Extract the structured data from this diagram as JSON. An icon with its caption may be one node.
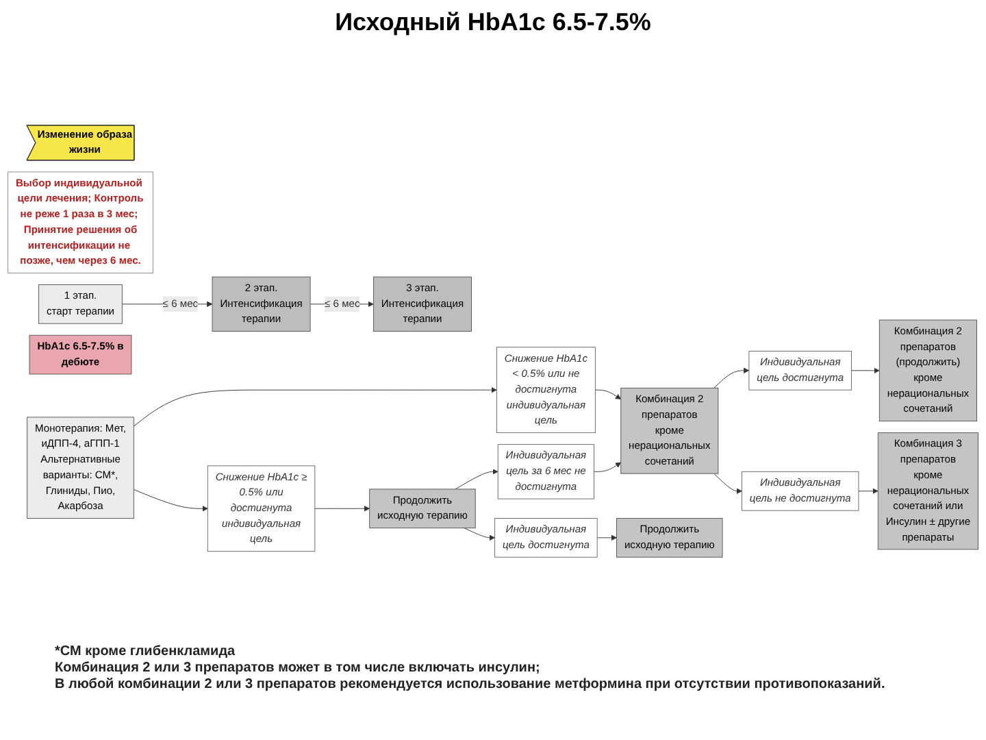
{
  "diagram": {
    "title": "Исходный HbA1c 6.5-7.5%",
    "nodes": [
      {
        "text": [
          "Изменение образа жизни"
        ]
      },
      {
        "text": [
          "Выбор индивидуальной цели лечения; Контроль не реже 1 раза в 3 мес; Принятие решения об интенсификации не позже, чем через 6 мес."
        ]
      },
      {
        "text": [
          "1 этап.",
          "старт терапии"
        ]
      },
      {
        "text": [
          "2 этап.",
          "Интенсификация терапии"
        ]
      },
      {
        "text": [
          "3 этап.",
          "Интенсификация терапии"
        ]
      },
      {
        "text": [
          "HbA1c 6.5-7.5% в дебюте"
        ]
      },
      {
        "text": [
          "Монотерапия: Мет, иДПП-4, аГПП-1",
          "Альтернативные варианты: СМ*, Глиниды, Пио, Акарбоза"
        ]
      },
      {
        "text": [
          "Снижение HbA1c ≥ 0.5% или достигнута индивидуальная цель"
        ]
      },
      {
        "text": [
          "Снижение HbA1c < 0.5% или не достигнута индивидуальная цель"
        ]
      },
      {
        "text": [
          "Продолжить исходную терапию"
        ]
      },
      {
        "text": [
          "Индивидуальная цель за 6 мес не достигнута"
        ]
      },
      {
        "text": [
          "Комбинация 2 препаратов",
          "кроме нерациональных сочетаний"
        ]
      },
      {
        "text": [
          "Индивидуальная цель достигнута"
        ]
      },
      {
        "text": [
          "Продолжить исходную терапию"
        ]
      },
      {
        "text": [
          "Индивидуальная цель достигнута"
        ]
      },
      {
        "text": [
          "Индивидуальная цель не достигнута"
        ]
      },
      {
        "text": [
          "Комбинация 2 препаратов (продолжить)",
          "кроме нерациональных сочетаний"
        ]
      },
      {
        "text": [
          "Комбинация 3 препаратов",
          "кроме нерациональных сочетаний или",
          "Инсулин ± другие препараты"
        ]
      }
    ],
    "edges": [
      {
        "from": 2,
        "to": 3,
        "arrow": "to",
        "label": "≤ 6 мес"
      },
      {
        "from": 3,
        "to": 4,
        "arrow": "to",
        "label": "≤ 6 мес"
      },
      {
        "from": 6,
        "to": 7,
        "arrow": "to"
      },
      {
        "from": 6,
        "to": 8,
        "arrow": "to"
      },
      {
        "from": 7,
        "to": 9,
        "arrow": "to"
      },
      {
        "from": 8,
        "to": 11,
        "arrow": "to"
      },
      {
        "from": 9,
        "to": 10,
        "arrow": "to"
      },
      {
        "from": 10,
        "to": 11,
        "arrow": "to"
      },
      {
        "from": 9,
        "to": 12,
        "arrow": "to"
      },
      {
        "from": 12,
        "to": 13,
        "arrow": "to"
      },
      {
        "from": 11,
        "to": 14,
        "arrow": "to"
      },
      {
        "from": 11,
        "to": 15,
        "arrow": "to"
      },
      {
        "from": 14,
        "to": 16,
        "arrow": "to"
      },
      {
        "from": 15,
        "to": 17,
        "arrow": "to"
      }
    ],
    "labels": [
      "*СМ кроме глибенкламида",
      "Комбинация 2 или 3 препаратов может в том числе включать инсулин;",
      "В любой комбинации 2 или 3 препаратов рекомендуется использование метформина при отсутствии противопоказаний."
    ]
  }
}
